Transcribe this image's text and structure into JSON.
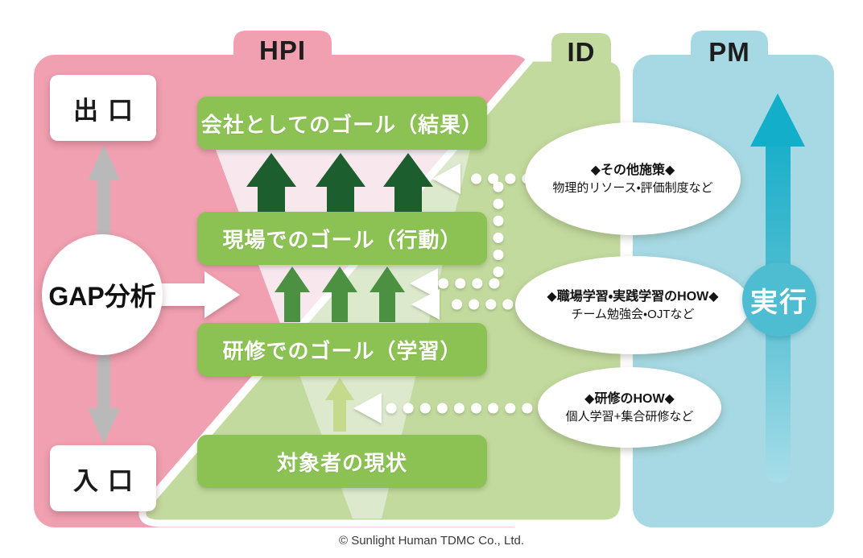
{
  "diagram": {
    "tabs": [
      {
        "id": "hpi",
        "label": "HPI"
      },
      {
        "id": "id",
        "label": "ID"
      },
      {
        "id": "pm",
        "label": "PM"
      }
    ],
    "endpoints": {
      "exit": "出口",
      "entrance": "入口"
    },
    "gap_analysis_label": "GAP分析",
    "goal_boxes": [
      {
        "label": "会社としてのゴール（結果）"
      },
      {
        "label": "現場でのゴール（行動）"
      },
      {
        "label": "研修でのゴール（学習）"
      },
      {
        "label": "対象者の現状"
      }
    ],
    "callouts": [
      {
        "title": "◆その他施策◆",
        "subtitle": "物理的リソース・評価制度など"
      },
      {
        "title": "◆職場学習・実践学習のHOW◆",
        "subtitle": "チーム勉強会・OJTなど"
      },
      {
        "title": "◆研修のHOW◆",
        "subtitle": "個人学習+集合研修など"
      }
    ],
    "execution_label": "実行",
    "copyright": "© Sunlight Human TDMC Co., Ltd.",
    "colors": {
      "hpi_pink": "#f0a0b0",
      "funnel_pale_pink": "#f9e7ee",
      "id_green_body": "#c3da9e",
      "funnel_pale_green": "#dde9cd",
      "goal_box_green": "#8cc153",
      "arrow_dark_green": "#1d5e2f",
      "arrow_mid_green": "#4c9142",
      "arrow_light_green": "#c6da8d",
      "pm_blue": "#a6d9e4",
      "execution_teal": "#12adc8",
      "execution_circle": "#4fbdd1",
      "gap_arrow_gray": "#b9b9b9"
    }
  }
}
